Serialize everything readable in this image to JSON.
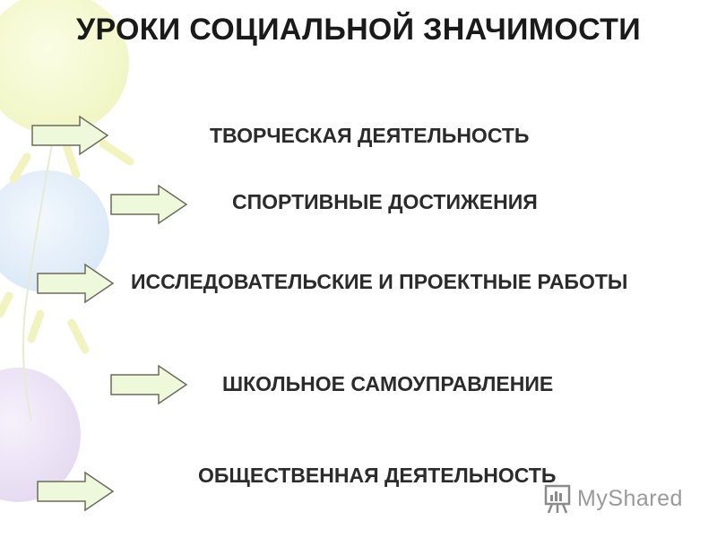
{
  "slide": {
    "title": "УРОКИ СОЦИАЛЬНОЙ ЗНАЧИМОСТИ",
    "items": [
      {
        "label": "ТВОРЧЕСКАЯ ДЕЯТЕЛЬНОСТЬ"
      },
      {
        "label": "СПОРТИВНЫЕ ДОСТИЖЕНИЯ"
      },
      {
        "label": "ИССЛЕДОВАТЕЛЬСКИЕ И ПРОЕКТНЫЕ РАБОТЫ"
      },
      {
        "label": "ШКОЛЬНОЕ САМОУПРАВЛЕНИЕ"
      },
      {
        "label": "ОБЩЕСТВЕННАЯ ДЕЯТЕЛЬНОСТЬ"
      }
    ]
  },
  "watermark": {
    "text": "MyShared"
  },
  "colors": {
    "arrow_fill": "#eef9dc",
    "arrow_stroke": "#6b6b5a",
    "text": "#2b2b2b"
  }
}
